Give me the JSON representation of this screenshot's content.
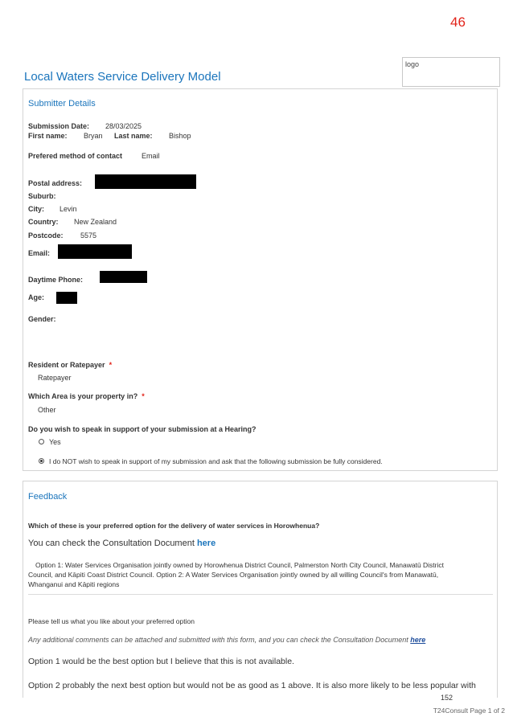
{
  "page_number": "46",
  "logo_placeholder": "logo",
  "title": "Local Waters Service Delivery Model",
  "submitter": {
    "section_title": "Submitter Details",
    "submission_date_label": "Submission Date:",
    "submission_date": "28/03/2025",
    "first_name_label": "First name:",
    "first_name": "Bryan",
    "last_name_label": "Last name:",
    "last_name": "Bishop",
    "contact_label": "Prefered method of contact",
    "contact": "Email",
    "postal_label": "Postal address:",
    "suburb_label": "Suburb:",
    "city_label": "City:",
    "city": "Levin",
    "country_label": "Country:",
    "country": "New Zealand",
    "postcode_label": "Postcode:",
    "postcode": "5575",
    "email_label": "Email:",
    "phone_label": "Daytime Phone:",
    "age_label": "Age:",
    "gender_label": "Gender:",
    "resident_label": "Resident or Ratepayer",
    "resident": "Ratepayer",
    "area_label": "Which Area is your property in?",
    "area": "Other",
    "required_mark": "*",
    "hearing_question": "Do you wish to speak in support of your submission at a Hearing?",
    "hearing_yes": "Yes",
    "hearing_no": "I do NOT wish to speak in support of my submission and ask that the following submission be fully considered."
  },
  "feedback": {
    "section_title": "Feedback",
    "question": "Which of these is your preferred option for the delivery of water services in Horowhenua?",
    "check_doc_text": "You can check the Consultation Document",
    "check_doc_link": "here",
    "options_text_1": "Option 1: Water Services Organisation jointly owned by Horowhenua District Council, Palmerston North City Council, Manawatū District",
    "options_text_2": "Council, and Kāpiti Coast District Council.    Option 2: A Water Services Organisation jointly owned by all willing Council's from Manawatū,",
    "options_text_3": "Whanganui and Kāpiti regions",
    "like_question": "Please tell us what you like about your preferred option",
    "additional_text": "Any additional comments can be attached and submitted with this form, and you can check the Consultation Document",
    "additional_link": "here",
    "answer_1": "Option 1 would be the best option but I believe that this is not available.",
    "answer_2": "Option 2 probably the next best option but would not be as good as 1 above. It is also more likely to be less popular with"
  },
  "footer": {
    "number": "152",
    "text": "T24Consult  Page 1 of 2"
  }
}
